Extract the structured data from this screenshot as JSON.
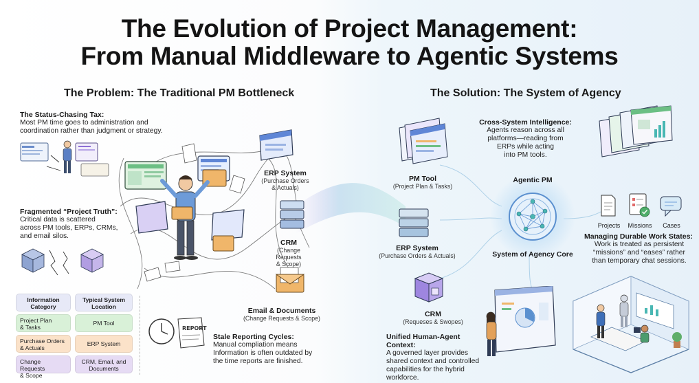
{
  "title": {
    "line1": "The Evolution of Project Management:",
    "line2": "From Manual Middleware to Agentic Systems"
  },
  "problem": {
    "heading": "The Problem: The Traditional PM Bottleneck",
    "status_tax": {
      "title": "The Status-Chasing Tax:",
      "text1": "Most PM time goes to administration and",
      "text2": "coordination rather than judgment or strategy."
    },
    "fragmented": {
      "title": "Fragmented “Project Truth”:",
      "text1": "Critical data is scattered",
      "text2": "across PM tools, ERPs, CRMs,",
      "text3": "and email silos."
    },
    "erp": {
      "name": "ERP System",
      "sub1": "(Purchase Orders",
      "sub2": "& Actuals)"
    },
    "crm": {
      "name": "CRM",
      "sub1": "(Change Requests",
      "sub2": "& Scope)"
    },
    "email": {
      "name": "Email & Documents",
      "sub1": "(Change Requests & Scope)"
    },
    "stale": {
      "title": "Stale Reporting Cycles:",
      "text1": "Manual compliation means",
      "text2": "Information is often outdated by",
      "text3": "the time reports are finished."
    },
    "report_label": "REPORT",
    "table": {
      "headers": [
        {
          "l1": "Information",
          "l2": "Category"
        },
        {
          "l1": "Typical System",
          "l2": "Location"
        }
      ],
      "rows": [
        {
          "cat1": "Project Plan",
          "cat2": "& Tasks",
          "loc1": "PM Tool",
          "loc2": ""
        },
        {
          "cat1": "Purchase Orders",
          "cat2": "& Actuals",
          "loc1": "ERP System",
          "loc2": ""
        },
        {
          "cat1": "Change Requests",
          "cat2": "& Scope",
          "loc1": "CRM, Email, and",
          "loc2": "Documents"
        }
      ]
    }
  },
  "solution": {
    "heading": "The Solution: The System of Agency",
    "pm_tool": {
      "name": "PM Tool",
      "sub": "(Project Plan & Tasks)"
    },
    "erp": {
      "name": "ERP System",
      "sub": "(Purchase Orders & Actuals)"
    },
    "crm": {
      "name": "CRM",
      "sub": "(Requeses & Swopes)"
    },
    "cross": {
      "title": "Cross-System Intelligence:",
      "text1": "Agents reason across all",
      "text2": "platforms—reading from",
      "text3": "ERPs while acting",
      "text4": "into PM tools."
    },
    "core": {
      "top": "Agentic PM",
      "bottom": "System of Agency Core"
    },
    "durable": {
      "icons": [
        "Projects",
        "Missions",
        "Cases"
      ],
      "title": "Managing Durable Work States:",
      "text1": "Work is treated as persistent",
      "text2": "“missions” and “eases” rather",
      "text3": "than temporary chat sessions."
    },
    "unified": {
      "title": "Unified Human-Agent Context:",
      "text1": "A governed layer provides",
      "text2": "shared context and controlled",
      "text3": "capabilities for the hybrid",
      "text4": "workforce."
    }
  },
  "colors": {
    "accent_blue": "#4a7fd8",
    "accent_purple": "#8d6fd6",
    "teal": "#49b7b3",
    "green_cell": "#d9f1d8",
    "orange_cell": "#fbe2c9",
    "purple_cell": "#e6dbf4"
  }
}
